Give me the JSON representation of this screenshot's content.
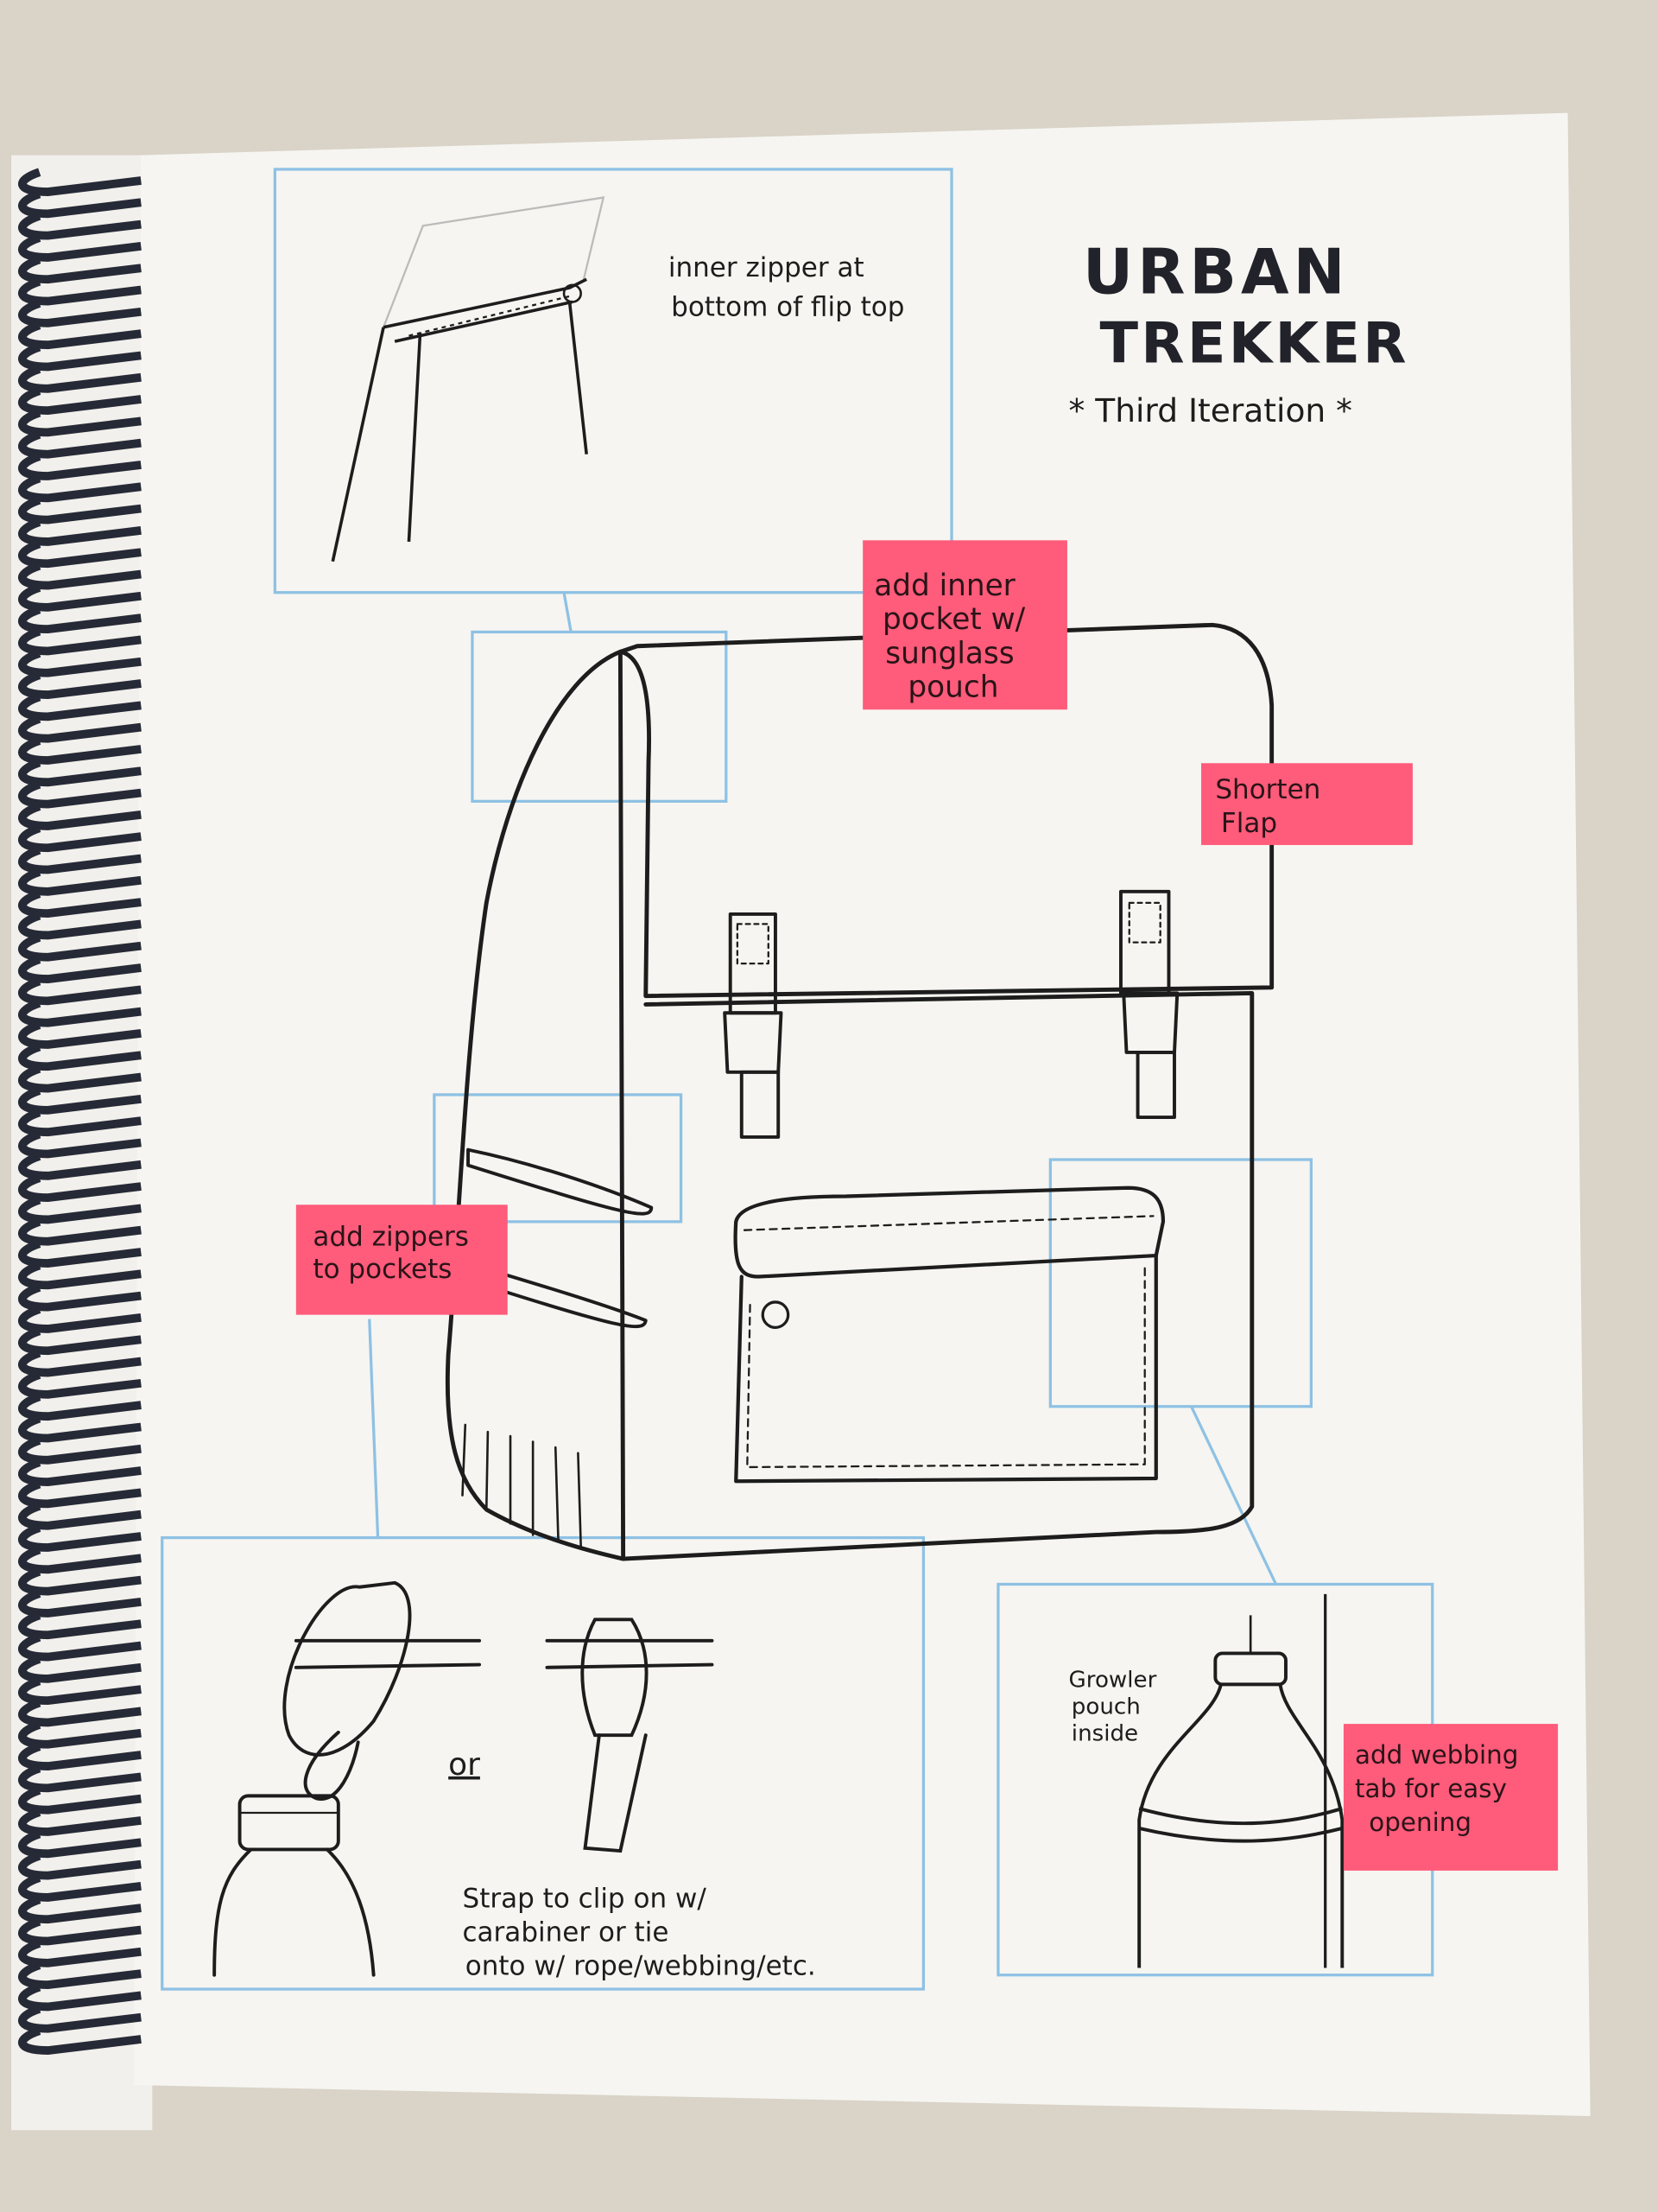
{
  "title": {
    "line1": "URBAN",
    "line2": "TREKKER",
    "subtitle": "* Third Iteration *"
  },
  "zipper_note": {
    "line1": "inner zipper at",
    "line2": "bottom of flip top"
  },
  "sticky_notes": {
    "inner_pocket": [
      "add inner",
      "pocket w/",
      "sunglass",
      "pouch"
    ],
    "shorten_flap": [
      "Shorten",
      "Flap"
    ],
    "zippers": [
      "add zippers",
      "to pockets"
    ],
    "webbing_tab": [
      "add webbing",
      "tab for easy",
      "opening"
    ]
  },
  "carabiner_note": {
    "or": "or",
    "line1": "Strap to clip on w/",
    "line2": "carabiner or tie",
    "line3": "onto w/ rope/webbing/etc."
  },
  "growler_note": {
    "line1": "Growler",
    "line2": "pouch",
    "line3": "inside"
  },
  "colors": {
    "sticky": "#ff5b7a",
    "pencil_blue": "#8ec1e4",
    "ink": "#1d1d1d",
    "paper": "#f6f5f1"
  }
}
